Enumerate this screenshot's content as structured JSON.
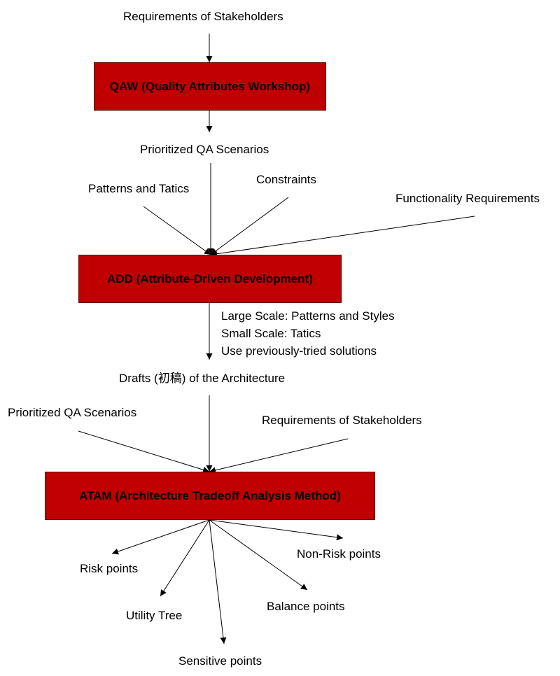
{
  "colors": {
    "box_fill": "#c00000",
    "box_border": "#5a0000",
    "arrow": "#000000"
  },
  "boxes": {
    "qaw": "QAW (Quality Attributes Workshop)",
    "add": "ADD (Attribute-Driven Development)",
    "atam": "ATAM (Architecture Tradeoff Analysis Method)"
  },
  "labels": {
    "requirements_top": "Requirements of Stakeholders",
    "prioritized_qa": "Prioritized QA Scenarios",
    "patterns_tatics": "Patterns and Tatics",
    "constraints": "Constraints",
    "functionality": "Functionality Requirements",
    "large_scale": "Large Scale: Patterns and Styles",
    "small_scale": "Small Scale: Tatics",
    "previously_tried": "Use previously-tried solutions",
    "drafts": "Drafts (初稿) of the Architecture",
    "prioritized_qa_left": "Prioritized QA Scenarios",
    "requirements_right": "Requirements of Stakeholders",
    "risk_points": "Risk points",
    "non_risk_points": "Non-Risk points",
    "utility_tree": "Utility Tree",
    "balance_points": "Balance points",
    "sensitive_points": "Sensitive points"
  }
}
